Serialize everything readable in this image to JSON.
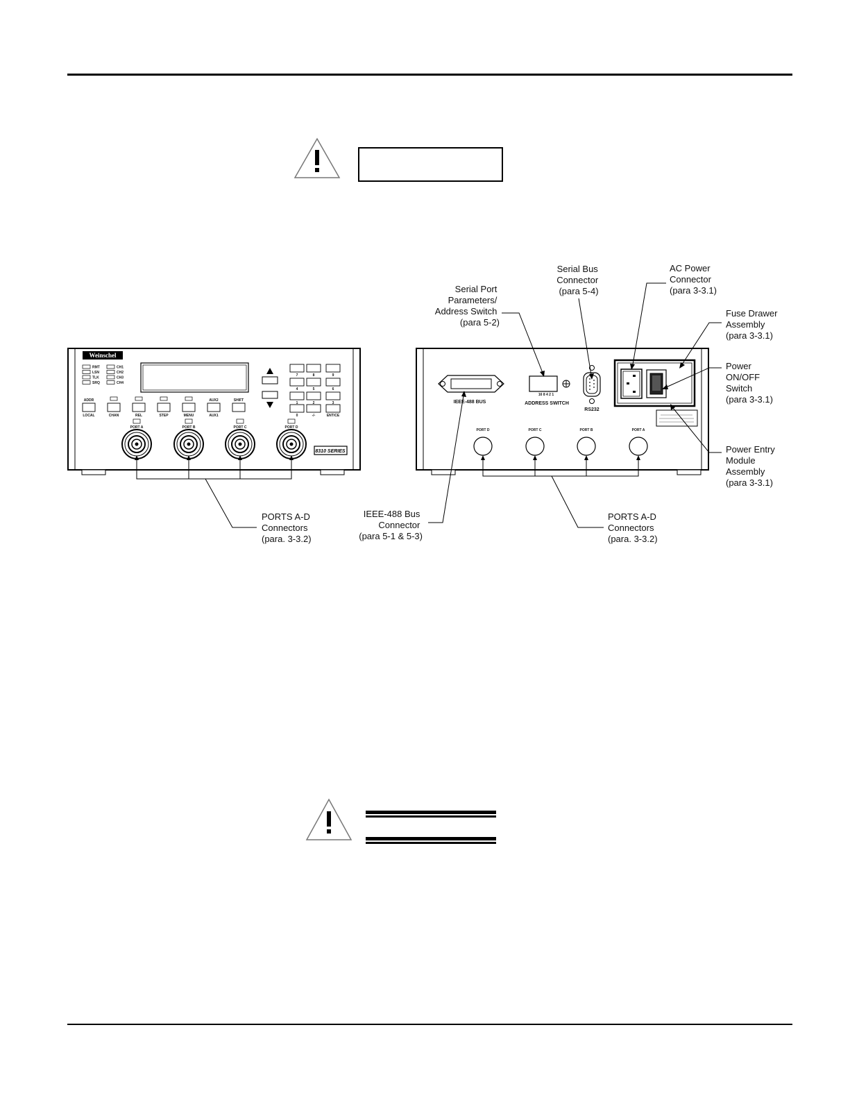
{
  "front_panel": {
    "logo": "Weinschel",
    "indicators_left": [
      "RMT",
      "LSN",
      "TLK",
      "SRQ"
    ],
    "indicators_right": [
      "CH1",
      "CH2",
      "CH3",
      "CH4"
    ],
    "key_top_labels": [
      "ADDR",
      "",
      "",
      "",
      "",
      "AUX2",
      "SHIFT"
    ],
    "key_bottom_labels": [
      "LOCAL",
      "CHAN",
      "REL",
      "STEP",
      "MENU",
      "AUX1",
      ""
    ],
    "keypad_labels": [
      "7",
      "8",
      "9",
      "4",
      "5",
      "6",
      "1",
      "2",
      "3",
      "0",
      "-/-",
      "ENT/CE"
    ],
    "port_labels": [
      "PORT A",
      "PORT B",
      "PORT C",
      "PORT D"
    ],
    "series_badge": "8310 SERIES"
  },
  "rear_panel": {
    "ieee_label": "IEEE-488 BUS",
    "address_switch_label": "ADDRESS SWITCH",
    "address_switch_digits": "16 8 4 2 1",
    "rs232_label": "RS232",
    "port_labels": [
      "PORT D",
      "PORT C",
      "PORT B",
      "PORT A"
    ]
  },
  "callouts": {
    "front_ports": [
      "PORTS A-D",
      "Connectors",
      "(para. 3-3.2)"
    ],
    "serial_port": [
      "Serial Port",
      "Parameters/",
      "Address Switch",
      "(para 5-2)"
    ],
    "serial_bus": [
      "Serial Bus",
      "Connector",
      "(para 5-4)"
    ],
    "ac_power": [
      "AC Power",
      "Connector",
      "(para 3-3.1)"
    ],
    "fuse_drawer": [
      "Fuse Drawer",
      "Assembly",
      "(para 3-3.1)"
    ],
    "power_switch": [
      "Power",
      "ON/OFF",
      "Switch",
      "(para 3-3.1)"
    ],
    "power_entry": [
      "Power Entry",
      "Module",
      "Assembly",
      "(para 3-3.1)"
    ],
    "ieee_bus": [
      "IEEE-488 Bus",
      "Connector",
      "(para 5-1 & 5-3)"
    ],
    "rear_ports": [
      "PORTS A-D",
      "Connectors",
      "(para. 3-3.2)"
    ]
  },
  "icons": {
    "caution": "warning-triangle-icon",
    "warning": "warning-triangle-icon"
  }
}
